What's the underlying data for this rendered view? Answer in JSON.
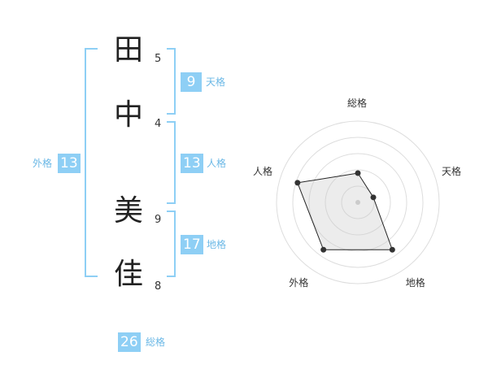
{
  "name": {
    "chars": [
      {
        "char": "田",
        "strokes": "5"
      },
      {
        "char": "中",
        "strokes": "4"
      },
      {
        "char": "美",
        "strokes": "9"
      },
      {
        "char": "佳",
        "strokes": "8"
      }
    ]
  },
  "kaku": {
    "tenkaku": {
      "value": "9",
      "label": "天格"
    },
    "jinkaku": {
      "value": "13",
      "label": "人格"
    },
    "chikaku": {
      "value": "17",
      "label": "地格"
    },
    "gaikaku": {
      "value": "13",
      "label": "外格"
    },
    "soukaku": {
      "value": "26",
      "label": "総格"
    }
  },
  "colors": {
    "accent": "#8ecff5",
    "bracket": "#8ecff5",
    "label": "#6bb8e6"
  },
  "chart_data": {
    "type": "radar",
    "axes": [
      "総格",
      "天格",
      "地格",
      "外格",
      "人格"
    ],
    "levels": 5,
    "values": [
      1.8,
      1.0,
      3.6,
      3.6,
      3.9
    ],
    "max": 5
  }
}
